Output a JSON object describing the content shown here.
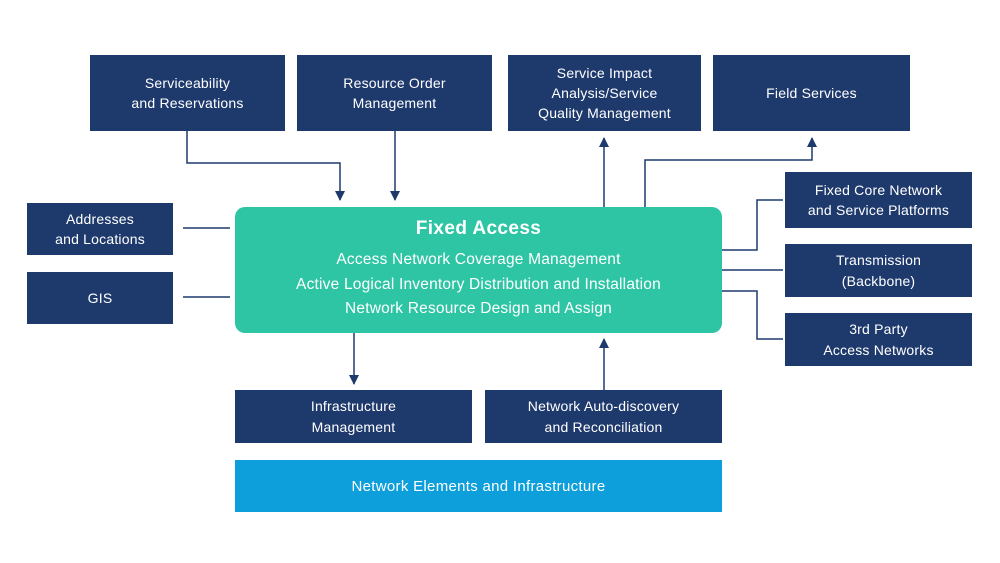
{
  "colors": {
    "dark_blue": "#1e3a6d",
    "teal": "#2ec5a4",
    "cyan": "#0c9fdb",
    "background": "#ffffff",
    "text": "#ffffff"
  },
  "top_row": [
    {
      "label": "Serviceability\nand Reservations"
    },
    {
      "label": "Resource Order\nManagement"
    },
    {
      "label": "Service Impact\nAnalysis/Service\nQuality Management"
    },
    {
      "label": "Field Services"
    }
  ],
  "left_column": [
    {
      "label": "Addresses\nand Locations"
    },
    {
      "label": "GIS"
    }
  ],
  "center": {
    "title": "Fixed Access",
    "lines": [
      "Access Network Coverage Management",
      "Active Logical Inventory Distribution and Installation",
      "Network Resource Design and Assign"
    ]
  },
  "right_column": [
    {
      "label": "Fixed Core Network\nand Service Platforms"
    },
    {
      "label": "Transmission\n(Backbone)"
    },
    {
      "label": "3rd Party\nAccess Networks"
    }
  ],
  "bottom_row": [
    {
      "label": "Infrastructure\nManagement"
    },
    {
      "label": "Network Auto-discovery\nand Reconciliation"
    }
  ],
  "base_bar": {
    "label": "Network Elements and Infrastructure"
  }
}
